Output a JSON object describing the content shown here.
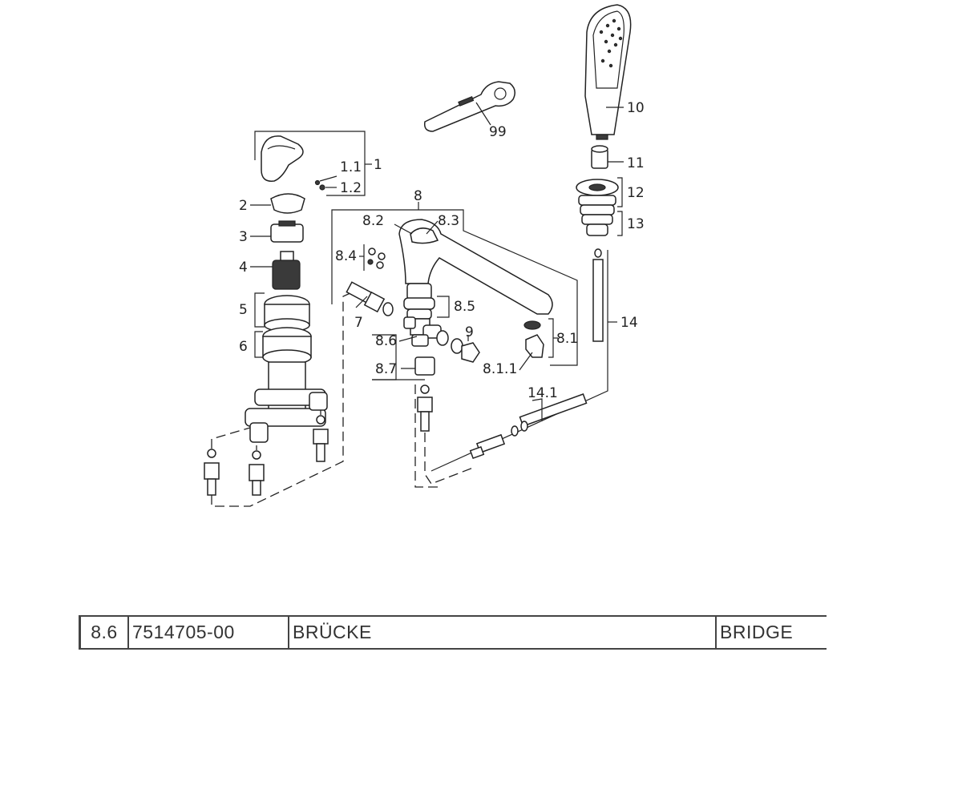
{
  "diagram": {
    "callouts": [
      "1",
      "1.1",
      "1.2",
      "2",
      "3",
      "4",
      "5",
      "6",
      "7",
      "8",
      "8.1",
      "8.1.1",
      "8.2",
      "8.3",
      "8.4",
      "8.5",
      "8.6",
      "8.7",
      "9",
      "10",
      "11",
      "12",
      "13",
      "14",
      "14.1",
      "99"
    ]
  },
  "table": {
    "rows": [
      {
        "pos": "8.6",
        "part_no": "7514705-00",
        "name_de": "BRÜCKE",
        "name_en": "BRIDGE"
      }
    ]
  }
}
